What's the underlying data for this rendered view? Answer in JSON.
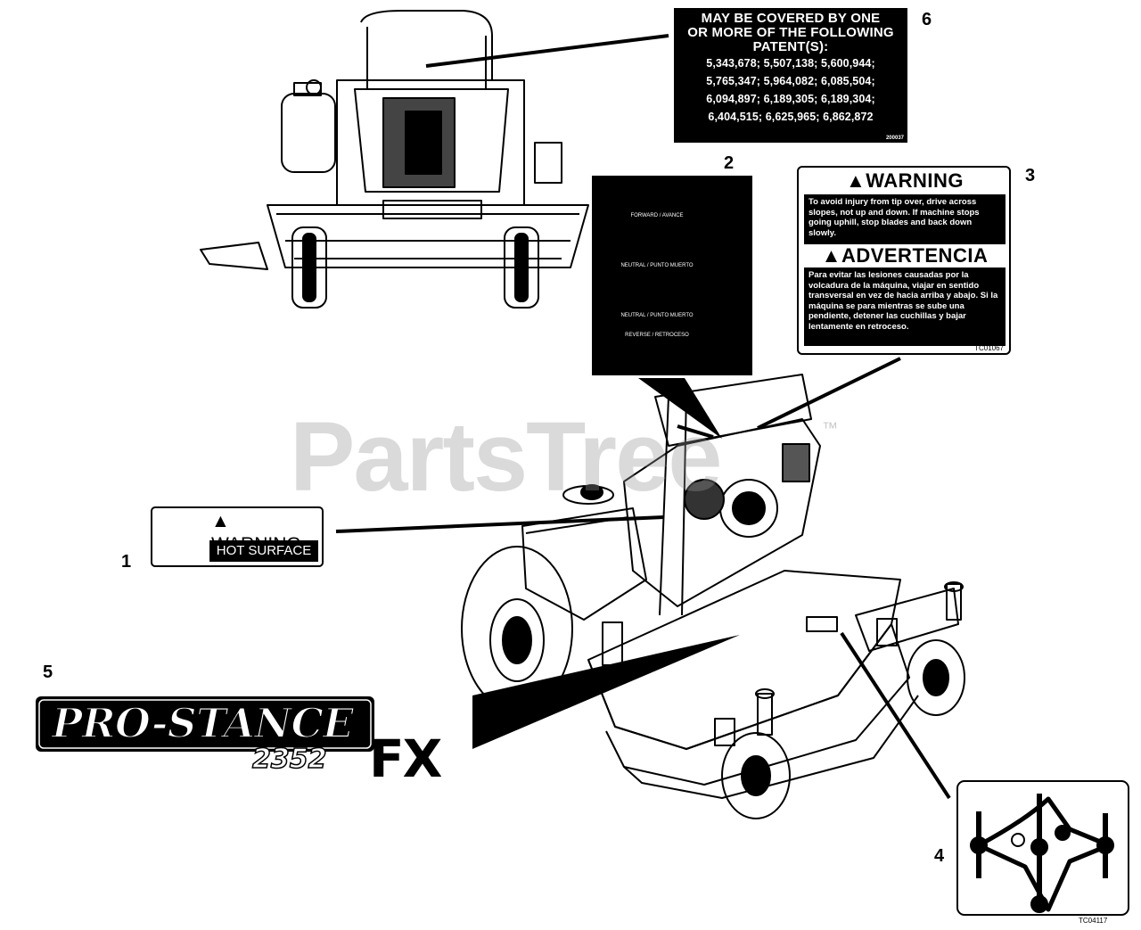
{
  "watermark": {
    "text": "PartsTree",
    "tm": "™"
  },
  "callouts": {
    "c1": "1",
    "c2": "2",
    "c3": "3",
    "c4": "4",
    "c5": "5",
    "c6": "6"
  },
  "patent_label": {
    "header_lines": [
      "MAY BE COVERED BY ONE",
      "OR MORE OF THE FOLLOWING",
      "PATENT(S):"
    ],
    "rows": [
      "5,343,678; 5,507,138; 5,600,944;",
      "5,765,347; 5,964,082; 6,085,504;",
      "6,094,897; 6,189,305; 6,189,304;",
      "6,404,515; 6,625,965; 6,862,872"
    ],
    "code": "200037"
  },
  "warning_label_3": {
    "title_en": "WARNING",
    "text_en": "To avoid injury from tip over, drive across slopes, not up and down. If machine stops going uphill, stop blades and back down slowly.",
    "title_es": "ADVERTENCIA",
    "text_es": "Para evitar las lesiones causadas por la volcadura de la máquina, viajar en sentido transversal en vez de hacia arriba y abajo. Si la máquina se para mientras se sube una pendiente, detener las cuchillas y bajar lentamente en retroceso.",
    "code": "TC01067"
  },
  "warning_label_1": {
    "title": "WARNING",
    "subtitle": "HOT SURFACE"
  },
  "prostance_logo": {
    "brand": "PRO-STANCE",
    "model": "2352",
    "suffix": "FX",
    "tm": "™"
  },
  "control_decal_2": {
    "labels": [
      "FORWARD / AVANCE",
      "NEUTRAL / PUNTO MUERTO",
      "NEUTRAL / PUNTO MUERTO",
      "REVERSE / RETROCESO"
    ]
  },
  "belt_diagram_4": {
    "code": "TC04117"
  }
}
